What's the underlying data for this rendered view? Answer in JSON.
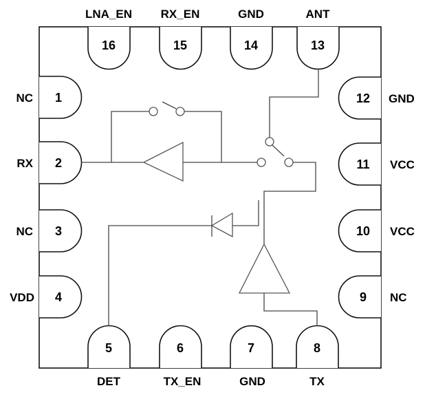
{
  "pins": [
    {
      "number": "1",
      "name": "NC"
    },
    {
      "number": "2",
      "name": "RX"
    },
    {
      "number": "3",
      "name": "NC"
    },
    {
      "number": "4",
      "name": "VDD"
    },
    {
      "number": "5",
      "name": "DET"
    },
    {
      "number": "6",
      "name": "TX_EN"
    },
    {
      "number": "7",
      "name": "GND"
    },
    {
      "number": "8",
      "name": "TX"
    },
    {
      "number": "9",
      "name": "NC"
    },
    {
      "number": "10",
      "name": "VCC"
    },
    {
      "number": "11",
      "name": "VCC"
    },
    {
      "number": "12",
      "name": "GND"
    },
    {
      "number": "13",
      "name": "ANT"
    },
    {
      "number": "14",
      "name": "GND"
    },
    {
      "number": "15",
      "name": "RX_EN"
    },
    {
      "number": "16",
      "name": "LNA_EN"
    }
  ],
  "components": {
    "lna": "amplifier-triangle",
    "bypass_switch": "spst-switch",
    "tr_switch": "spdt-switch",
    "pa": "amplifier-triangle",
    "detector": "diode"
  }
}
